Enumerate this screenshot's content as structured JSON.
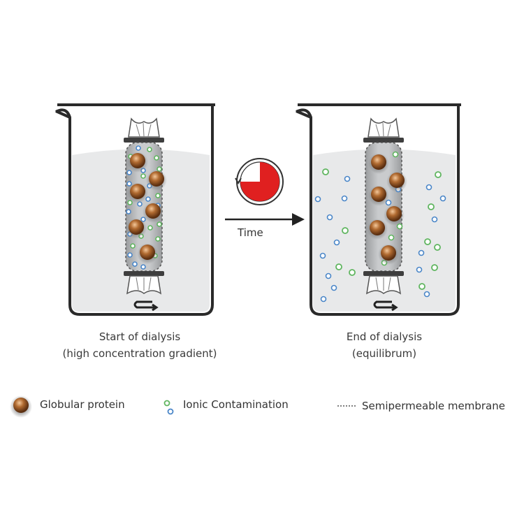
{
  "diagram": {
    "time_label": "Time",
    "start": {
      "caption_line1": "Start of dialysis",
      "caption_line2": "(high concentration gradient)"
    },
    "end": {
      "caption_line1": "End of dialysis",
      "caption_line2": "(equilibrum)"
    },
    "timer_elapsed_fraction": 0.75
  },
  "legend": {
    "protein_label": "Globular protein",
    "ion_label": "Ionic Contamination",
    "membrane_label": "Semipermeable membrane"
  },
  "colors": {
    "protein": "#9a5a2a",
    "ion_green": "#5fb55f",
    "ion_blue": "#4a86c8",
    "water": "#e8e9ea",
    "timer_red": "#e02020",
    "outline": "#2a2a2a"
  }
}
